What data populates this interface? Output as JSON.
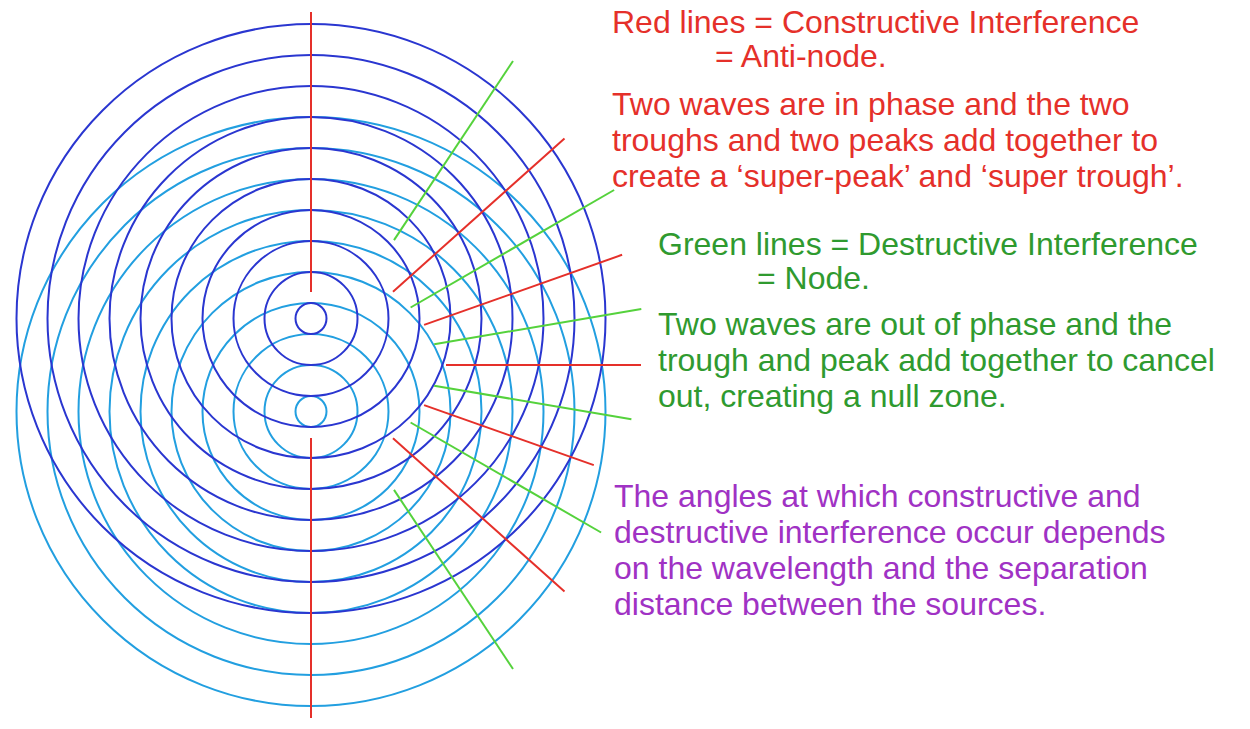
{
  "diagram": {
    "labels": [
      "Red lines = Constructive Interference",
      "= Anti-node.",
      "Two waves are in phase and the two troughs and two peaks add together to create a ‘super-peak’ and ‘super trough’.",
      "Green lines = Destructive Interference",
      "= Node.",
      "Two waves are out of phase and the trough and peak add together to cancel out, creating a null zone.",
      "The angles at which constructive and destructive interference occur depends on the wavelength and the separation distance between the sources."
    ]
  }
}
